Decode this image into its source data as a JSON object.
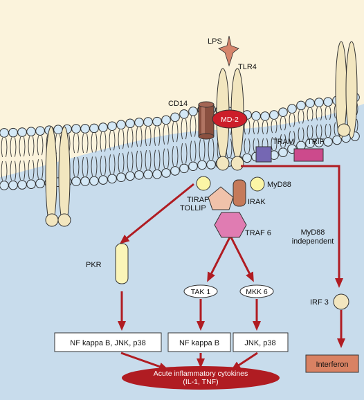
{
  "labels": {
    "lps": "LPS",
    "tlr4": "TLR4",
    "cd14": "CD14",
    "md2": "MD-2",
    "tram": "TRAM",
    "trif": "TRIF",
    "myd88": "MyD88",
    "tirap": "TIRAP",
    "irak": "IRAK",
    "tollip": "TOLLIP",
    "traf6": "TRAF 6",
    "myd88_independent_line1": "MyD88",
    "myd88_independent_line2": "independent",
    "pkr": "PKR",
    "tak1": "TAK 1",
    "mkk6": "MKK 6",
    "irf3": "IRF 3",
    "box_nfkb_jnk_p38": "NF kappa B, JNK, p38",
    "box_nfkb": "NF kappa B",
    "box_jnk_p38": "JNK, p38",
    "interferon": "Interferon",
    "cytokines_line1": "Acute inflammatory cytokines",
    "cytokines_line2": "(IL-1, TNF)"
  },
  "colors": {
    "outside": "#fbf3dc",
    "cytoplasm": "#c8dcec",
    "bead": "#d4e8f6",
    "arrow": "#b01c22",
    "receptor": "#f2e6bf",
    "md2": "#cc1e2a",
    "cd14": "#8a5040",
    "tram": "#7567b3",
    "trif": "#cc4a8c",
    "myd88": "#fbf5a6",
    "tollip": "#f0c2aa",
    "irak": "#c57a5a",
    "traf6": "#e07cb2",
    "pkr": "#fbf5b8",
    "interferon": "#d98263",
    "cytokine_ellipse": "#b01c22"
  }
}
